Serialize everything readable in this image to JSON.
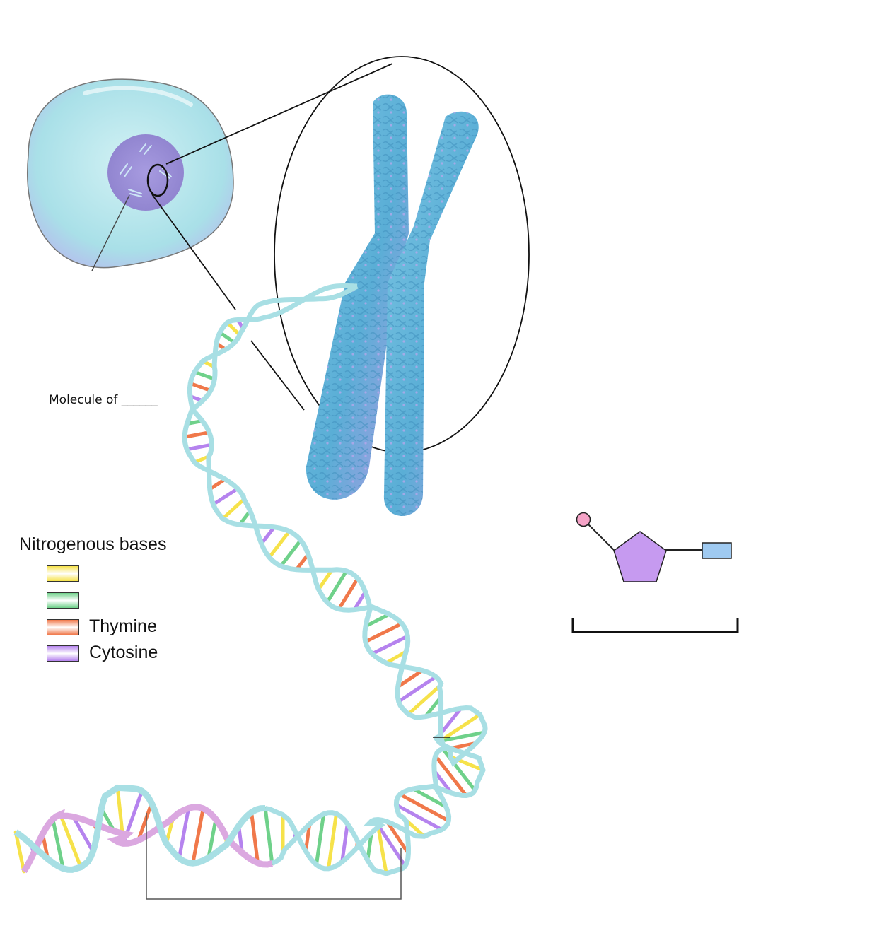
{
  "labels": {
    "molecule": "Molecule of ______"
  },
  "legend": {
    "title": "Nitrogenous bases",
    "items": [
      {
        "label": "",
        "color": "#f6e24a"
      },
      {
        "label": "",
        "color": "#6fd18a"
      },
      {
        "label": "Thymine",
        "color": "#f0784a"
      },
      {
        "label": "Cytosine",
        "color": "#b583ee"
      }
    ]
  },
  "colors": {
    "cell": "#aee3ea",
    "nucleus": "#9d8fd6",
    "chromosome": "#6fb8dd",
    "dna_backbone": "#a8dfe4",
    "rna_like_backbone": "#dba8e0",
    "phosphate": "#f5a3c7",
    "sugar": "#c69af0",
    "base": "#9fcaf1"
  }
}
